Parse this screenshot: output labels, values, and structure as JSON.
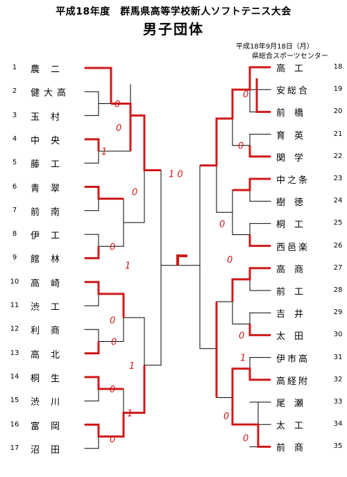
{
  "header": {
    "title": "平成18年度　群馬県高等学校新人ソフトテニス大会",
    "subtitle": "男子団体",
    "date": "平成18年9月18日（月）",
    "venue": "県総合スポーツセンター"
  },
  "left_teams": [
    {
      "num": "1",
      "name": "農二"
    },
    {
      "num": "2",
      "name": "健大高"
    },
    {
      "num": "3",
      "name": "玉村"
    },
    {
      "num": "4",
      "name": "中央"
    },
    {
      "num": "5",
      "name": "藤工"
    },
    {
      "num": "6",
      "name": "青翠"
    },
    {
      "num": "7",
      "name": "前南"
    },
    {
      "num": "8",
      "name": "伊工"
    },
    {
      "num": "9",
      "name": "館林"
    },
    {
      "num": "10",
      "name": "高崎"
    },
    {
      "num": "11",
      "name": "渋工"
    },
    {
      "num": "12",
      "name": "利商"
    },
    {
      "num": "13",
      "name": "高北"
    },
    {
      "num": "14",
      "name": "桐生"
    },
    {
      "num": "15",
      "name": "渋川"
    },
    {
      "num": "16",
      "name": "富岡"
    },
    {
      "num": "17",
      "name": "沼田"
    }
  ],
  "right_teams": [
    {
      "num": "18",
      "name": "高工"
    },
    {
      "num": "19",
      "name": "安総合"
    },
    {
      "num": "20",
      "name": "前橋"
    },
    {
      "num": "21",
      "name": "育英"
    },
    {
      "num": "22",
      "name": "関学"
    },
    {
      "num": "23",
      "name": "中之条"
    },
    {
      "num": "24",
      "name": "樹徳"
    },
    {
      "num": "25",
      "name": "桐工"
    },
    {
      "num": "26",
      "name": "西邑楽"
    },
    {
      "num": "27",
      "name": "高商"
    },
    {
      "num": "28",
      "name": "前工"
    },
    {
      "num": "29",
      "name": "吉井"
    },
    {
      "num": "30",
      "name": "太田"
    },
    {
      "num": "31",
      "name": "伊市高"
    },
    {
      "num": "32",
      "name": "高経附"
    },
    {
      "num": "33",
      "name": "尾瀬"
    },
    {
      "num": "34",
      "name": "太工"
    },
    {
      "num": "35",
      "name": "前商"
    }
  ],
  "colors": {
    "ink": "#000000",
    "marker": "#d01818"
  },
  "score_marks": {
    "left": [
      {
        "text": "0",
        "row": 1.5
      },
      {
        "text": "0",
        "row": 2.5
      },
      {
        "text": "1",
        "row": 3.5
      },
      {
        "text": "0",
        "row": 5.2
      },
      {
        "text": "0",
        "row": 7.5
      },
      {
        "text": "1",
        "row": 8.3
      },
      {
        "text": "0",
        "row": 10.6
      },
      {
        "text": "0",
        "row": 11.5
      },
      {
        "text": "1",
        "row": 12.5
      },
      {
        "text": "0",
        "row": 13.5
      },
      {
        "text": "1",
        "row": 14.5
      },
      {
        "text": "0",
        "row": 15.6
      }
    ],
    "center": "1 0",
    "right": [
      {
        "text": "0",
        "row": 1.2
      },
      {
        "text": "0",
        "row": 3.5
      },
      {
        "text": "0",
        "row": 7.0
      },
      {
        "text": "0",
        "row": 8.6
      },
      {
        "text": "0",
        "row": 12.0
      },
      {
        "text": "1",
        "row": 13.0
      },
      {
        "text": "0",
        "row": 15.6
      },
      {
        "text": "0",
        "row": 16.6
      }
    ]
  }
}
